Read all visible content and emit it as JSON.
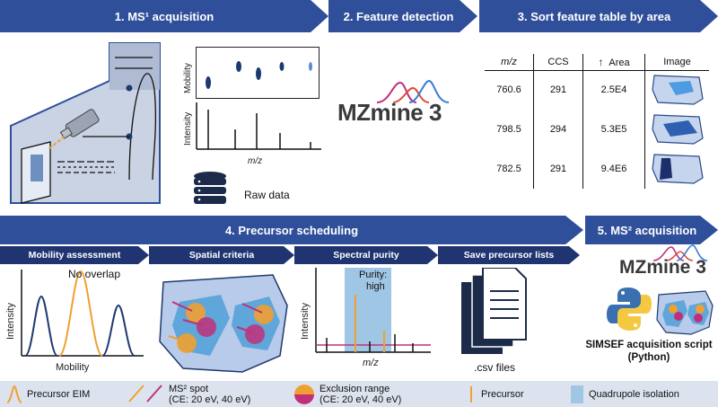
{
  "stages": {
    "s1": "1. MS¹ acquisition",
    "s2": "2. Feature detection",
    "s3": "3. Sort feature table by area",
    "s4": "4. Precursor scheduling",
    "s5": "5. MS² acquisition"
  },
  "substages": {
    "mobility": "Mobility assessment",
    "spatial": "Spatial criteria",
    "purity": "Spectral purity",
    "save": "Save precursor lists"
  },
  "ms1": {
    "mobility_label": "Mobility",
    "intensity_label": "Intensity",
    "mz_label": "m/z",
    "raw_data_label": "Raw data"
  },
  "mzmine": {
    "name": "MZmine",
    "version": "3"
  },
  "table": {
    "headers": [
      "m/z",
      "CCS",
      "Area",
      "Image"
    ],
    "rows": [
      {
        "mz": "760.6",
        "ccs": "291",
        "area": "2.5E4"
      },
      {
        "mz": "798.5",
        "ccs": "294",
        "area": "5.3E5"
      },
      {
        "mz": "782.5",
        "ccs": "291",
        "area": "9.4E6"
      }
    ]
  },
  "mobility_panel": {
    "no_overlap": "No overlap",
    "intensity_label": "Intensity",
    "mobility_label": "Mobility"
  },
  "purity_panel": {
    "purity_line1": "Purity:",
    "purity_line2": "high",
    "intensity_label": "Intensity",
    "mz_label": "m/z"
  },
  "save_panel": {
    "files_label": ".csv files"
  },
  "ms2_panel": {
    "script_line1": "SIMSEF acquisition script",
    "script_line2": "(Python)"
  },
  "legend": {
    "eim": "Precursor EIM",
    "spot_line1": "MS² spot",
    "spot_line2": "(CE: 20 eV, 40 eV)",
    "excl_line1": "Exclusion range",
    "excl_line2": "(CE: 20 eV, 40 eV)",
    "precursor": "Precursor",
    "quad": "Quadrupole isolation"
  },
  "colors": {
    "banner": "#2f4f9a",
    "sub_banner": "#1f3470",
    "orange": "#f0a030",
    "magenta": "#c0307a",
    "navy": "#1d3a6e",
    "quad": "#9fc6e4"
  }
}
